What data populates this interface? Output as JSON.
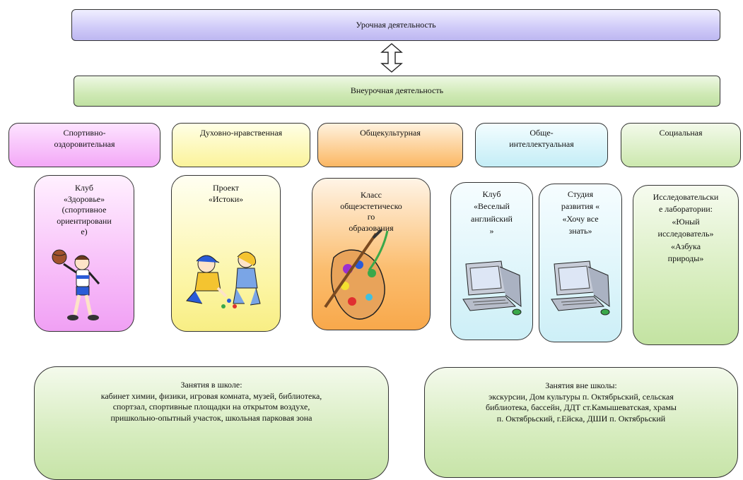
{
  "top": {
    "label": "Урочная деятельность"
  },
  "bottom": {
    "label": "Внеурочная деятельность"
  },
  "categories": [
    {
      "label": "Спортивно-\nоздоровительная"
    },
    {
      "label": "Духовно-нравственная"
    },
    {
      "label": "Общекультурная"
    },
    {
      "label": "Обще-\nинтеллектуальная"
    },
    {
      "label": "Социальная"
    }
  ],
  "cards": [
    {
      "label": "Клуб\n«Здоровье»\n(спортивное\nориентировани\nе)"
    },
    {
      "label": "Проект\n«Истоки»"
    },
    {
      "label": "Класс\nобщеэстетическо\nго\nобразования"
    },
    {
      "label": "Клуб\n«Веселый\nанглийский\n»"
    },
    {
      "label": "Студия\nразвития «\n«Хочу все\nзнать»"
    },
    {
      "label": "Исследовательски\nе лаборатории:\n«Юный\nисследователь»\n«Азбука\nприроды»"
    }
  ],
  "places": [
    {
      "title": "Занятия в школе:",
      "text": "кабинет химии, физики, игровая комната, музей, библиотека,\nспортзал, спортивные площадки на открытом воздухе,\nпришкольно-опытный участок, школьная парковая зона"
    },
    {
      "title": "Занятия вне школы:",
      "text": "экскурсии, Дом культуры п. Октябрьский, сельская\nбиблиотека, бассейн, ДДТ ст.Камышеватская, храмы\nп. Октябрьский, г.Ейска, ДШИ п. Октябрьский"
    }
  ],
  "icons": {
    "arrow": "double-arrow-icon",
    "clip1": "boy-with-ball-icon",
    "clip2": "children-playing-icon",
    "clip3": "paint-palette-icon",
    "clip4": "computer-icon",
    "clip5": "computer-icon"
  }
}
